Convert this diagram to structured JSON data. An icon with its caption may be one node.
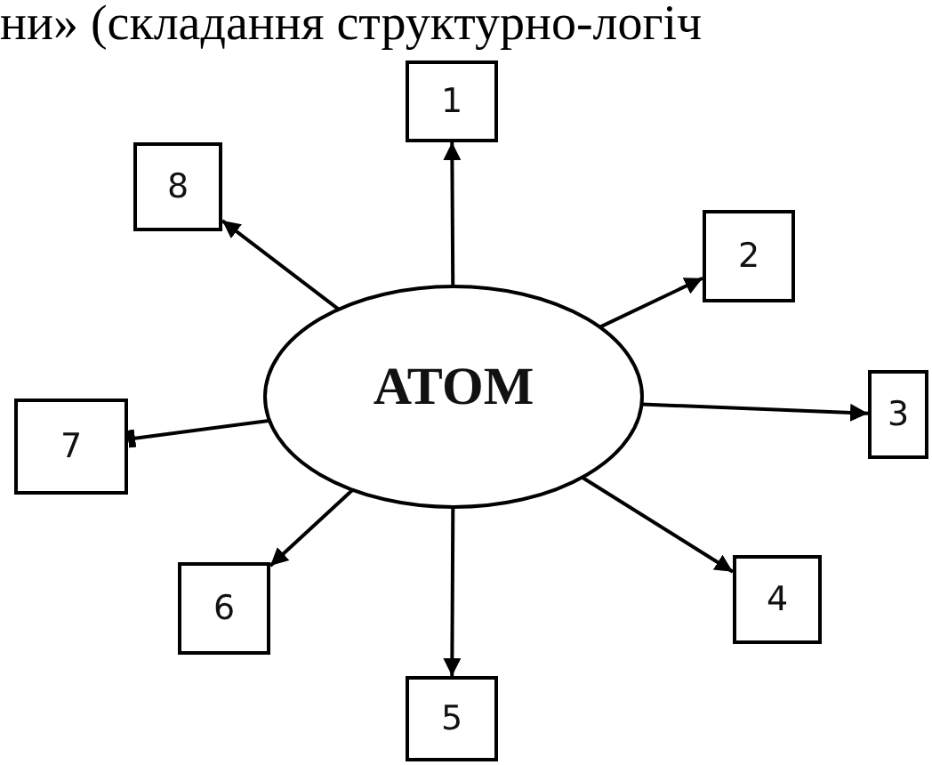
{
  "diagram": {
    "nodes": [
      {
        "text": [
          "АТОМ"
        ]
      },
      {
        "text": [
          "1"
        ]
      },
      {
        "text": [
          "2"
        ]
      },
      {
        "text": [
          "3"
        ]
      },
      {
        "text": [
          "4"
        ]
      },
      {
        "text": [
          "5"
        ]
      },
      {
        "text": [
          "6"
        ]
      },
      {
        "text": [
          "7"
        ]
      },
      {
        "text": [
          "8"
        ]
      }
    ],
    "edges": [
      {
        "from": 0,
        "to": 1,
        "arrow": "to"
      },
      {
        "from": 0,
        "to": 2,
        "arrow": "to"
      },
      {
        "from": 0,
        "to": 3,
        "arrow": "to"
      },
      {
        "from": 0,
        "to": 4,
        "arrow": "to"
      },
      {
        "from": 0,
        "to": 5,
        "arrow": "to"
      },
      {
        "from": 0,
        "to": 6,
        "arrow": "to"
      },
      {
        "from": 0,
        "to": 7,
        "arrow": "other"
      },
      {
        "from": 0,
        "to": 8,
        "arrow": "to"
      }
    ],
    "labels": [
      "ни» (складання структурно-логіч"
    ]
  }
}
